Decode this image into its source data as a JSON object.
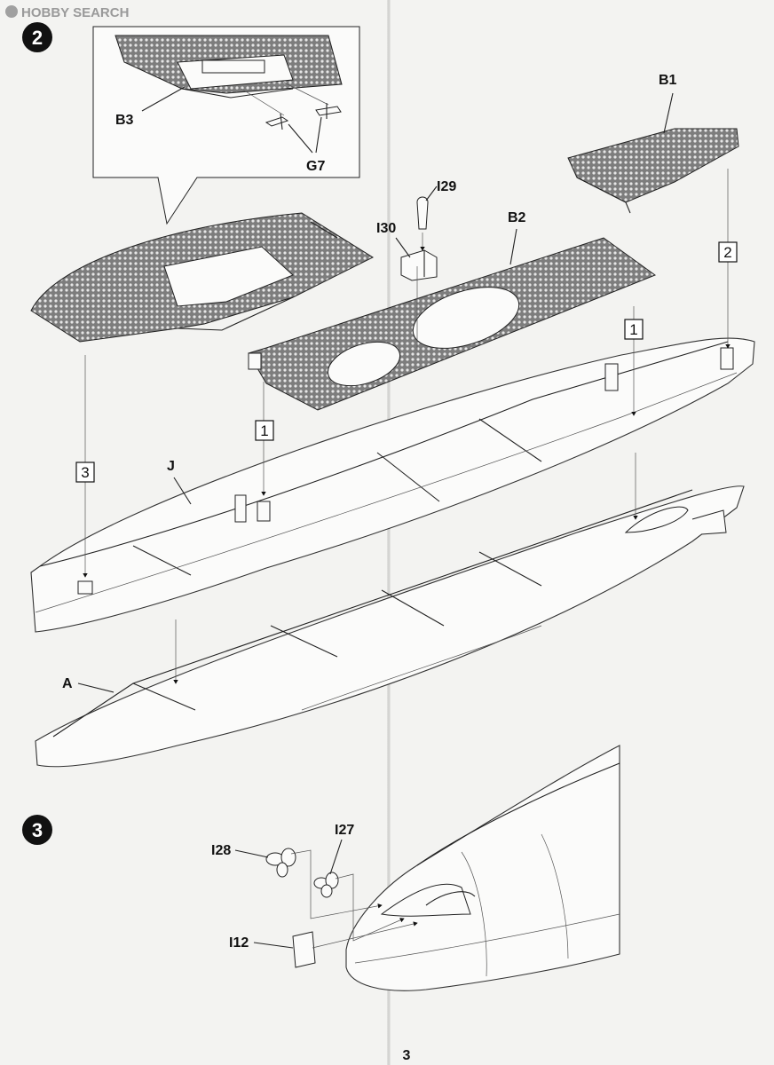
{
  "watermark": "HOBBY SEARCH",
  "steps": [
    {
      "number": "2"
    },
    {
      "number": "3"
    }
  ],
  "parts": {
    "b1": "B1",
    "b2": "B2",
    "b3": "B3",
    "g7": "G7",
    "i29": "I29",
    "i30": "I30",
    "j": "J",
    "a": "A",
    "i27": "I27",
    "i28": "I28",
    "i12": "I12"
  },
  "callouts": {
    "one_left": "1",
    "one_right": "1",
    "two": "2",
    "three": "3"
  },
  "page_number": "3"
}
